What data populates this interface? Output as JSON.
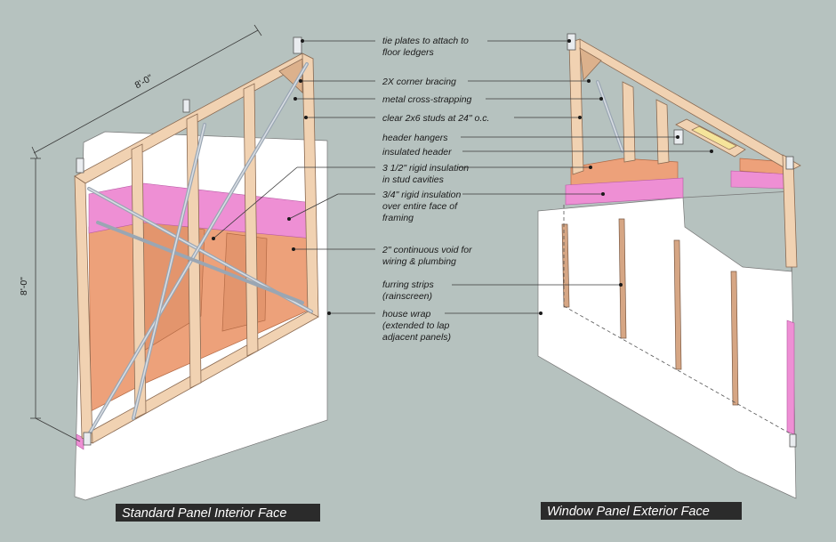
{
  "captions": {
    "left": "Standard Panel Interior Face",
    "right": "Window Panel Exterior Face"
  },
  "dimensions": {
    "width": "8'-0\"",
    "height": "8'-0\""
  },
  "callouts": [
    {
      "id": "tie-plates",
      "lines": [
        "tie plates to attach to",
        "floor ledgers"
      ]
    },
    {
      "id": "corner-bracing",
      "lines": [
        "2X corner bracing"
      ]
    },
    {
      "id": "cross-strapping",
      "lines": [
        "metal cross-strapping"
      ]
    },
    {
      "id": "studs",
      "lines": [
        "clear 2x6 studs at 24\" o.c."
      ]
    },
    {
      "id": "header-hangers",
      "lines": [
        "header hangers"
      ]
    },
    {
      "id": "insulated-header",
      "lines": [
        "insulated header"
      ]
    },
    {
      "id": "rigid-cavity",
      "lines": [
        "3 1/2\" rigid insulation",
        "in stud cavities"
      ]
    },
    {
      "id": "rigid-face",
      "lines": [
        "3/4\" rigid insulation",
        "over entire face of",
        "framing"
      ]
    },
    {
      "id": "void",
      "lines": [
        "2\" continuous void for",
        "wiring & plumbing"
      ]
    },
    {
      "id": "furring",
      "lines": [
        "furring strips",
        "(rainscreen)"
      ]
    },
    {
      "id": "house-wrap",
      "lines": [
        "house wrap",
        "(extended to lap",
        "adjacent panels)"
      ]
    }
  ]
}
